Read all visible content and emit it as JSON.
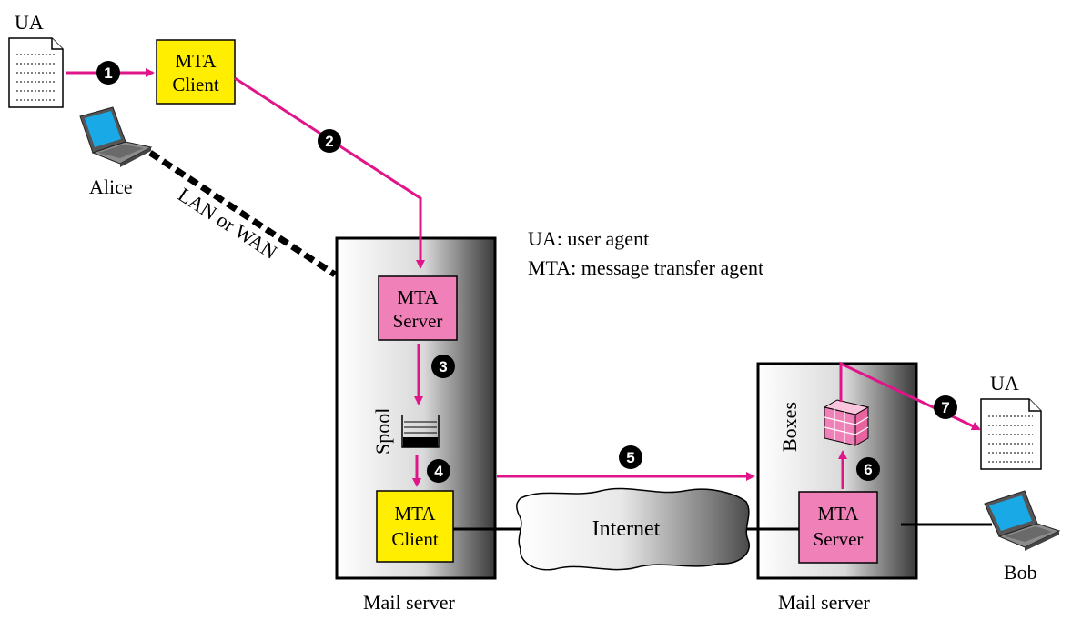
{
  "colors": {
    "yellow": "#ffee00",
    "pink": "#f080b8",
    "arrow": "#e0158a",
    "screen": "#19a9e6",
    "black": "#000000"
  },
  "labels": {
    "ua_left": "UA",
    "ua_right": "UA",
    "alice": "Alice",
    "bob": "Bob",
    "lan_wan": "LAN or WAN",
    "spool": "Spool",
    "boxes": "Boxes",
    "internet": "Internet",
    "mail_server_left": "Mail server",
    "mail_server_right": "Mail server"
  },
  "legend": {
    "line1": "UA: user agent",
    "line2": "MTA: message transfer agent"
  },
  "boxes": {
    "mta_client_top": [
      "MTA",
      "Client"
    ],
    "mta_server_left": [
      "MTA",
      "Server"
    ],
    "mta_client_bottom": [
      "MTA",
      "Client"
    ],
    "mta_server_right": [
      "MTA",
      "Server"
    ]
  },
  "steps": [
    "1",
    "2",
    "3",
    "4",
    "5",
    "6",
    "7"
  ],
  "icons": [
    "document-icon",
    "laptop-icon",
    "spool-queue-icon",
    "mailbox-grid-icon",
    "cloud-icon"
  ]
}
